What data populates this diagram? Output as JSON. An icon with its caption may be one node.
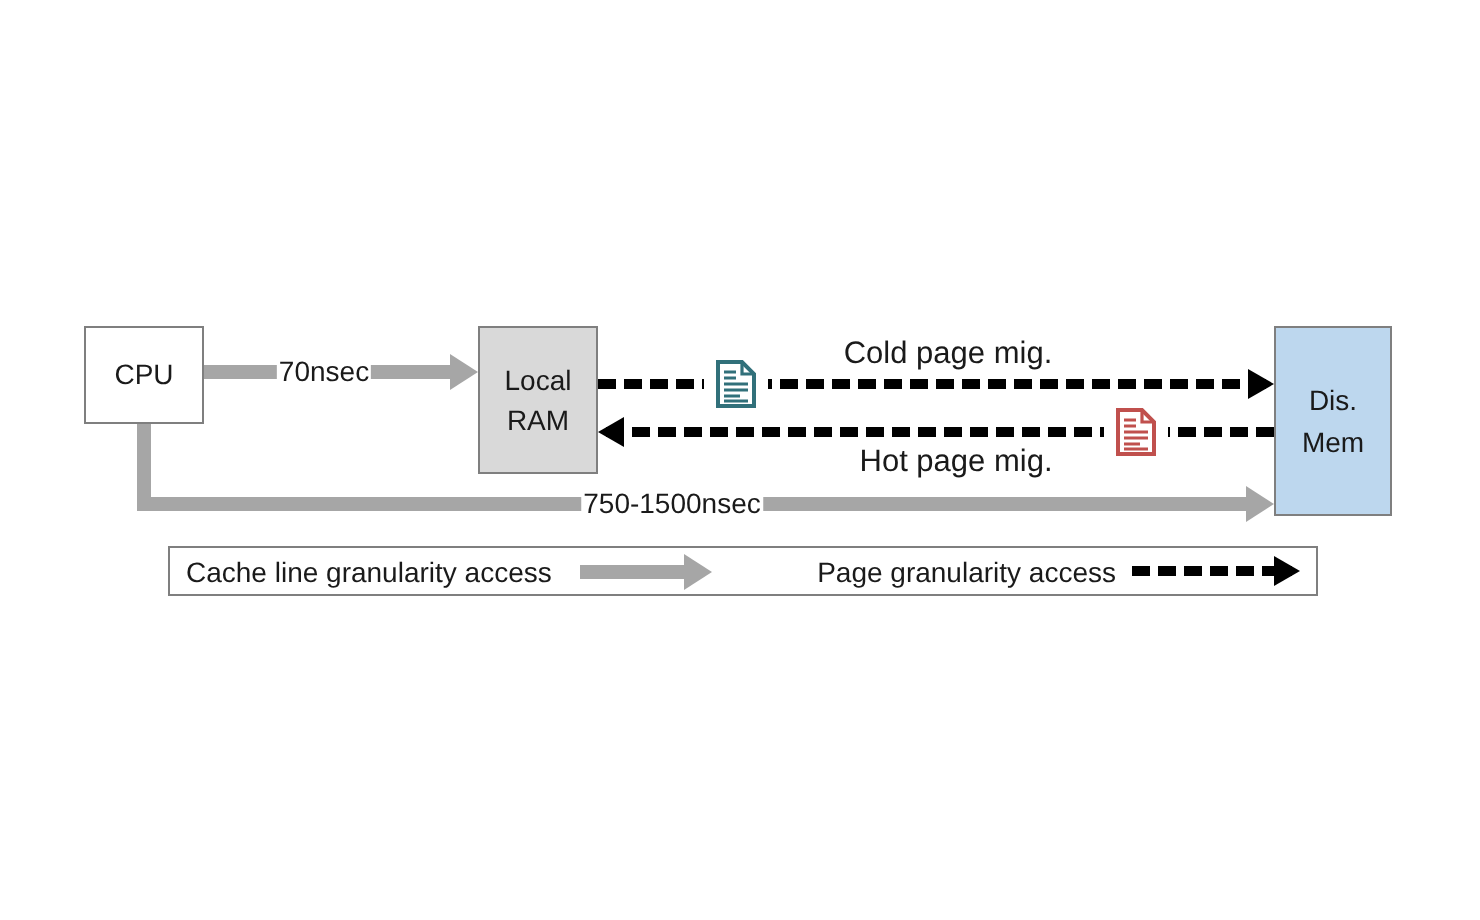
{
  "diagram": {
    "nodes": [
      {
        "text": [
          "CPU"
        ]
      },
      {
        "text": [
          "Local RAM"
        ]
      },
      {
        "text": [
          "Dis. Mem"
        ]
      }
    ],
    "edges": [
      {
        "from": 0,
        "to": 1,
        "arrow": "to",
        "label": "70nsec"
      },
      {
        "from": 0,
        "to": 2,
        "arrow": "to",
        "label": "750-1500nsec"
      },
      {
        "from": 1,
        "to": 2,
        "arrow": "to",
        "label": "Cold page mig.",
        "style": "dashed",
        "color": "#000000"
      },
      {
        "from": 2,
        "to": 1,
        "arrow": "to",
        "label": "Hot page mig.",
        "style": "dashed",
        "color": "#000000"
      }
    ],
    "legend": [
      {
        "text": "Cache line granularity access"
      },
      {
        "text": "Page granularity access"
      }
    ]
  }
}
